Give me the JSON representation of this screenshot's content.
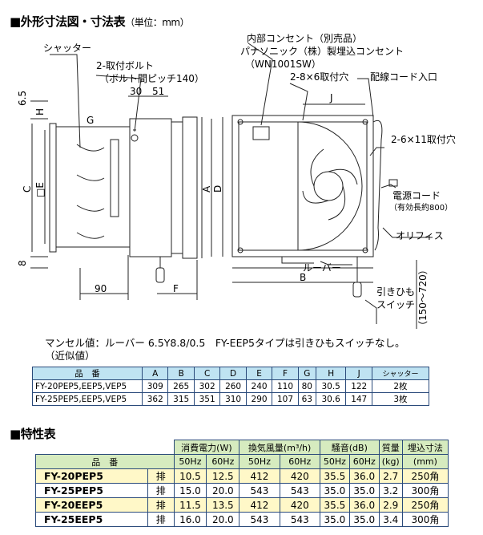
{
  "section1": {
    "title": "■外形寸法図・寸法表",
    "unit": "（単位：mm）"
  },
  "diagram": {
    "labels": {
      "shutter": "シャッター",
      "bolt": "2-取付ボルト",
      "bolt_pitch": "（ボルト間ピッチ140）",
      "outlet1": "内部コンセント（別売品）",
      "outlet2": "パナソニック（株）製埋込コンセント",
      "outlet3": "（WN1001SW）",
      "hole1": "2-8×6取付穴",
      "cord_in": "配線コード入口",
      "hole2": "2-6×11取付穴",
      "power_cord": "電源コード",
      "cord_len": "（有効長約800）",
      "orifice": "オリフィス",
      "louver": "ルーバー",
      "pull1": "引きひも",
      "pull2": "スイッチ",
      "range": "（150〜720）",
      "d65": "6.5",
      "d8": "8",
      "d30": "30",
      "d51": "51",
      "d90": "90",
      "lH": "H",
      "lG": "G",
      "lC": "C",
      "lE": "□E",
      "lA": "A",
      "lD": "D",
      "lF": "F",
      "lJ": "J",
      "lB": "B"
    }
  },
  "notes": {
    "line1": "マンセル値：ルーバー 6.5Y8.8/0.5　FY-EEP5タイプは引きひもスイッチなし。",
    "line2": "（近似値）"
  },
  "dim_table": {
    "headers": [
      "品　番",
      "A",
      "B",
      "C",
      "D",
      "E",
      "F",
      "G",
      "H",
      "J",
      "シャッター"
    ],
    "rows": [
      [
        "FY-20PEP5,EEP5,VEP5",
        "309",
        "265",
        "302",
        "260",
        "240",
        "110",
        "80",
        "30.5",
        "122",
        "2枚"
      ],
      [
        "FY-25PEP5,EEP5,VEP5",
        "362",
        "315",
        "351",
        "310",
        "290",
        "107",
        "63",
        "30.6",
        "147",
        "3枚"
      ]
    ]
  },
  "section2": {
    "title": "■特性表"
  },
  "spec_table": {
    "h_power": "消費電力(W)",
    "h_flow": "換気風量(m³/h)",
    "h_noise": "騒音(dB)",
    "h_mass": "質量",
    "h_size": "埋込寸法",
    "h_model": "品　番",
    "h_50": "50Hz",
    "h_60": "60Hz",
    "h_kg": "(kg)",
    "h_mm": "(mm)",
    "rows": [
      [
        "FY-20PEP5",
        "排",
        "10.5",
        "12.5",
        "412",
        "420",
        "35.5",
        "36.0",
        "2.7",
        "250角"
      ],
      [
        "FY-25PEP5",
        "排",
        "15.0",
        "20.0",
        "543",
        "543",
        "35.0",
        "35.0",
        "3.2",
        "300角"
      ],
      [
        "FY-20EEP5",
        "排",
        "11.5",
        "13.5",
        "412",
        "420",
        "35.5",
        "36.0",
        "2.9",
        "250角"
      ],
      [
        "FY-25EEP5",
        "排",
        "16.0",
        "20.0",
        "543",
        "543",
        "35.0",
        "35.0",
        "3.4",
        "300角"
      ]
    ]
  }
}
